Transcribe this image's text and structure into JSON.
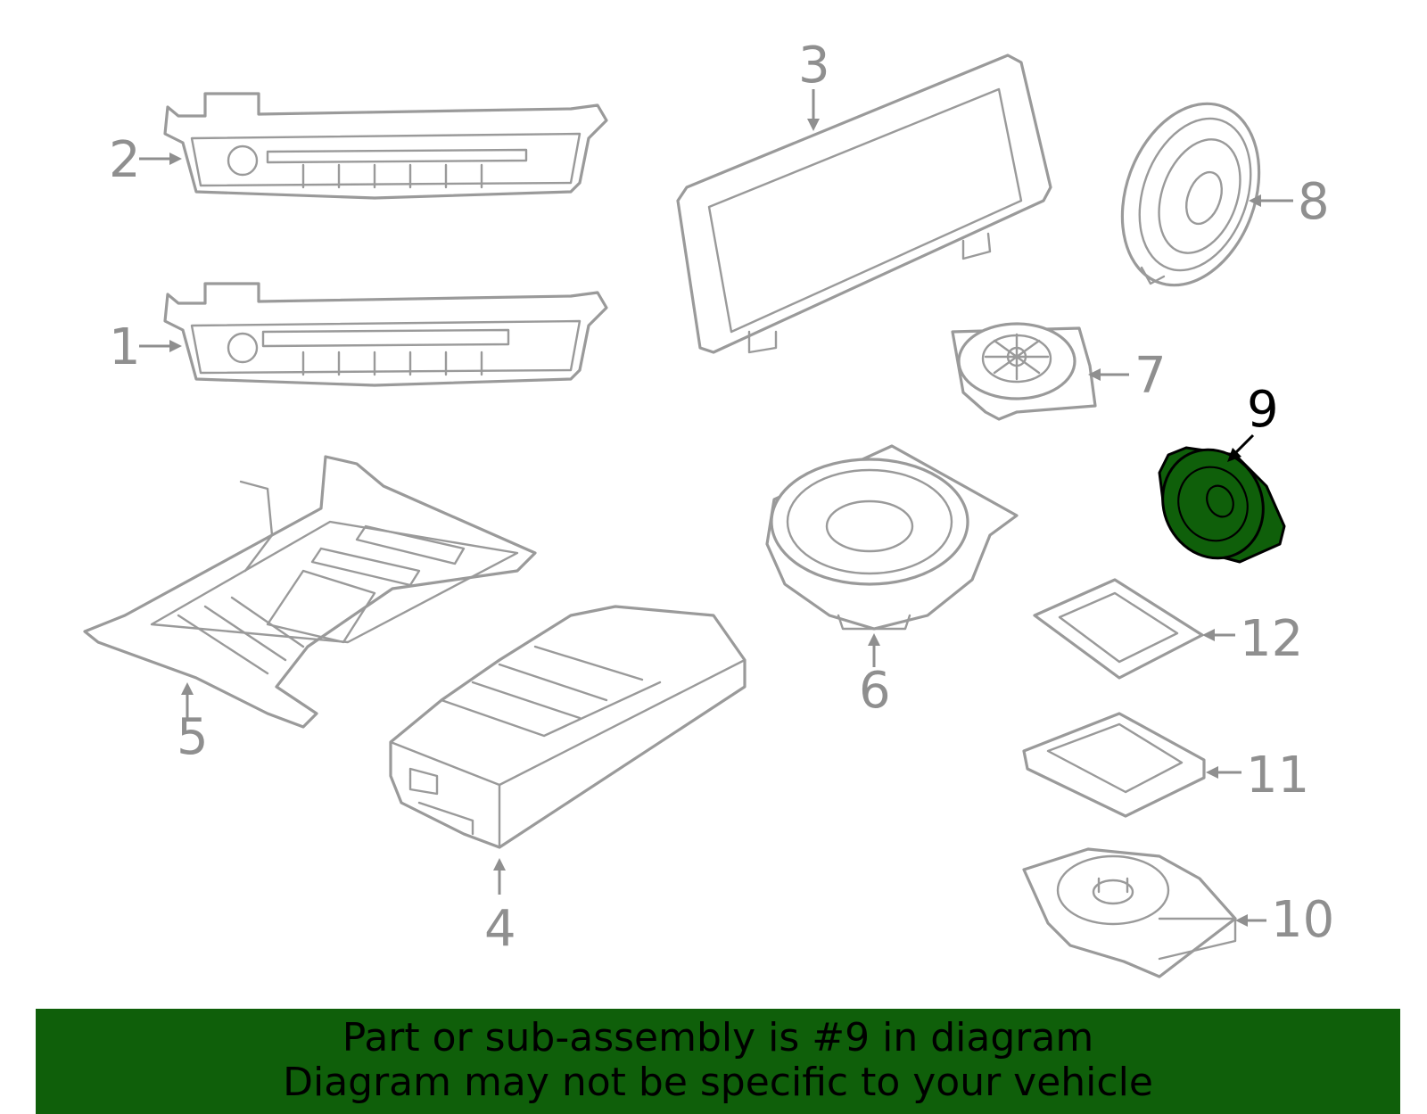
{
  "callouts": {
    "c1": "1",
    "c2": "2",
    "c3": "3",
    "c4": "4",
    "c5": "5",
    "c6": "6",
    "c7": "7",
    "c8": "8",
    "c9": "9",
    "c10": "10",
    "c11": "11",
    "c12": "12"
  },
  "highlight_color": "#0f5f0a",
  "highlighted_part": "9",
  "banner": {
    "line1": "Part or sub-assembly is #9 in diagram",
    "line2": "Diagram may not be specific to your vehicle"
  }
}
